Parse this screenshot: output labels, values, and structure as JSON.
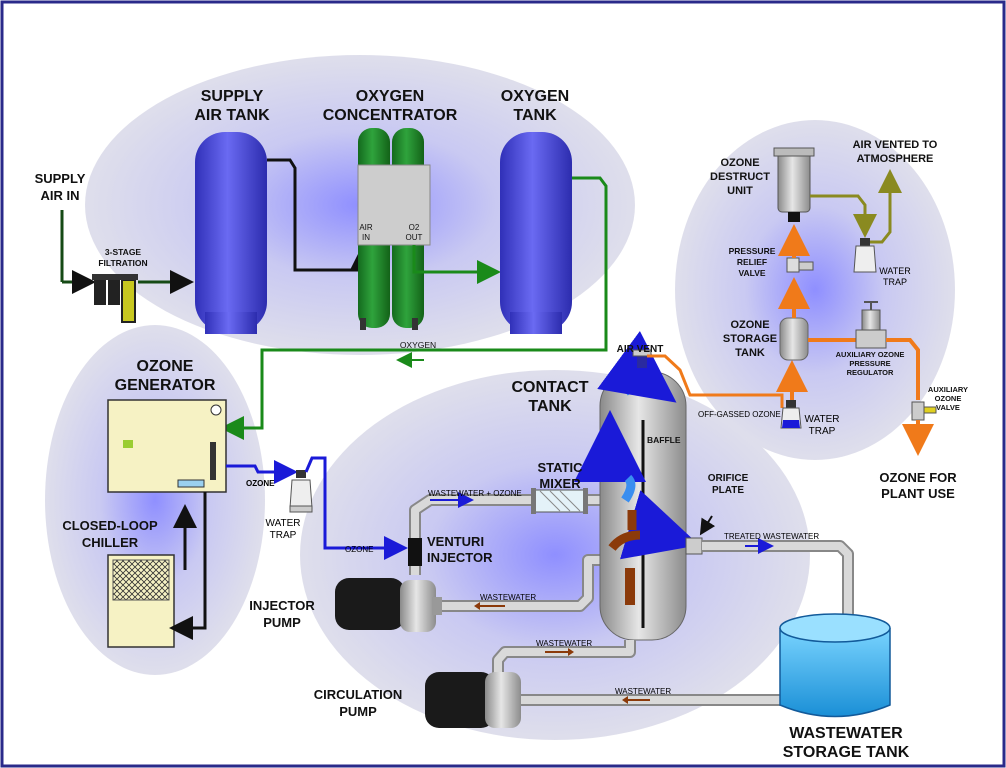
{
  "labels": {
    "supply_air_in": [
      "SUPPLY",
      "AIR IN"
    ],
    "filtration": [
      "3-STAGE",
      "FILTRATION"
    ],
    "supply_air_tank": [
      "SUPPLY",
      "AIR TANK"
    ],
    "oxygen_concentrator": [
      "OXYGEN",
      "CONCENTRATOR"
    ],
    "oxygen_tank": [
      "OXYGEN",
      "TANK"
    ],
    "air_in": [
      "AIR",
      "IN"
    ],
    "o2_out": [
      "O2",
      "OUT"
    ],
    "oxygen_line": "OXYGEN",
    "ozone_generator": [
      "OZONE",
      "GENERATOR"
    ],
    "closed_loop_chiller": [
      "CLOSED-LOOP",
      "CHILLER"
    ],
    "ozone_line_1": "OZONE",
    "ozone_line_2": "OZONE",
    "water_trap_1": [
      "WATER",
      "TRAP"
    ],
    "contact_tank": [
      "CONTACT",
      "TANK"
    ],
    "air_vent": "AIR VENT",
    "baffle": "BAFFLE",
    "static_mixer": [
      "STATIC",
      "MIXER"
    ],
    "wastewater_ozone": "WASTEWATER + OZONE",
    "venturi_injector": [
      "VENTURI",
      "INJECTOR"
    ],
    "injector_pump": [
      "INJECTOR",
      "PUMP"
    ],
    "circulation_pump": [
      "CIRCULATION",
      "PUMP"
    ],
    "wastewater_1": "WASTEWATER",
    "wastewater_2": "WASTEWATER",
    "wastewater_3": "WASTEWATER",
    "orifice_plate": [
      "ORIFICE",
      "PLATE"
    ],
    "treated_wastewater": "TREATED WASTEWATER",
    "wastewater_storage_tank": [
      "WASTEWATER",
      "STORAGE TANK"
    ],
    "ozone_destruct_unit": [
      "OZONE",
      "DESTRUCT",
      "UNIT"
    ],
    "air_vented": [
      "AIR VENTED TO",
      "ATMOSPHERE"
    ],
    "pressure_relief_valve": [
      "PRESSURE",
      "RELIEF",
      "VALVE"
    ],
    "water_trap_2": [
      "WATER",
      "TRAP"
    ],
    "ozone_storage_tank": [
      "OZONE",
      "STORAGE",
      "TANK"
    ],
    "aux_ozone_pressure_regulator": [
      "AUXILIARY OZONE",
      "PRESSURE",
      "REGULATOR"
    ],
    "aux_ozone_valve": [
      "AUXILIARY",
      "OZONE",
      "VALVE"
    ],
    "off_gassed_ozone": "OFF-GASSED OZONE",
    "water_trap_3": [
      "WATER",
      "TRAP"
    ],
    "ozone_for_plant_use": [
      "OZONE FOR",
      "PLANT USE"
    ]
  },
  "colors": {
    "tank_blue": "#4f4fe0",
    "concentrator_green": "#1f8a2a",
    "oxygen_line": "#1a8a1a",
    "ozone_line": "#1a1ad8",
    "offgas_line": "#f07a1a",
    "vent_line": "#8a8a20",
    "pipe_gray": "#c8c8c8",
    "generator_yellow": "#f6f2c4",
    "storage_water": "#2aa6e6",
    "frame": "#2a2a8a"
  }
}
